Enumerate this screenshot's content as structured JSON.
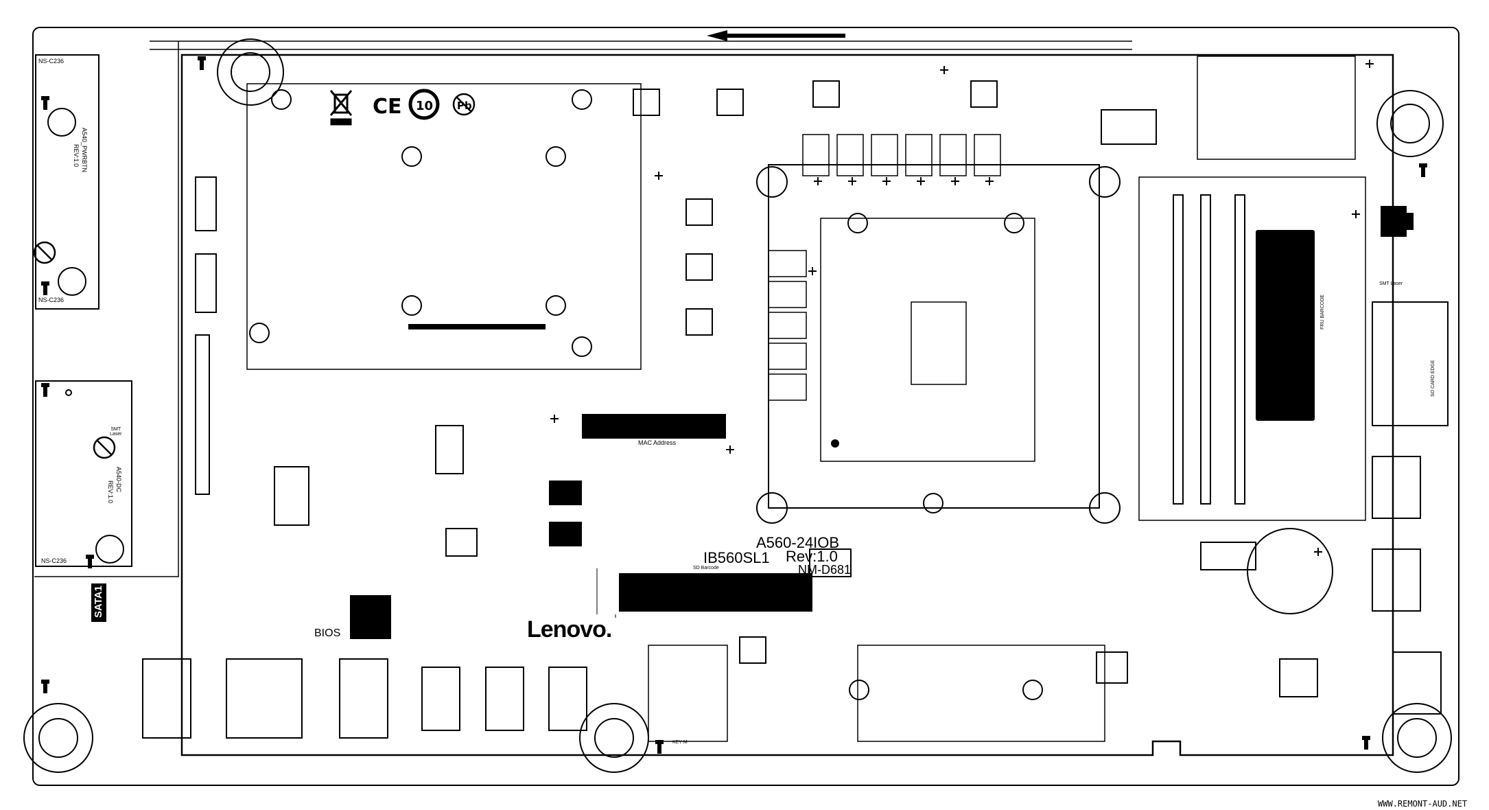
{
  "board": {
    "model": "A560-24IOB",
    "board_name": "IB560SL1",
    "revision": "Rev:1.0",
    "board_number": "NM-D681",
    "brand": "Lenovo."
  },
  "labels": {
    "mac_address": "MAC Address",
    "sd_barcode": "SD Barcode",
    "bios": "BIOS",
    "fru_barcode": "FRU BARCODE",
    "so_card_edge": "SO CARD EDGE",
    "key_m": "KEY M",
    "smt_laser_right": "SMT Laser",
    "smt_laser_left": "SMT\nLaser",
    "sata1": "SATA1"
  },
  "daughter_boards": {
    "pwrbtn": {
      "name": "A540_PWRBTN",
      "rev": "REV:1.0",
      "conn_top": "NS-C236",
      "conn_bottom": "NS-C236"
    },
    "dc": {
      "name": "A540-DC",
      "rev": "REV:1.0",
      "conn_bottom": "NS-C236"
    }
  },
  "watermark": "WWW.REMONT-AUD.NET",
  "icons": [
    "weee-bin-icon",
    "ce-mark-icon",
    "epup-10-icon",
    "pb-free-icon",
    "direction-arrow-icon",
    "screw-icon",
    "mounting-hole-icon",
    "cpu-socket-icon",
    "coin-battery-icon"
  ]
}
